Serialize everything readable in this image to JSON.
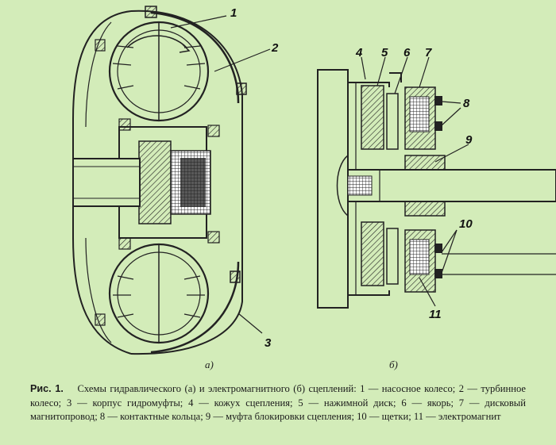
{
  "figure": {
    "labels_a": [
      "1",
      "2",
      "3"
    ],
    "labels_b": [
      "4",
      "5",
      "6",
      "7",
      "8",
      "9",
      "10",
      "11"
    ],
    "sub_a": "а)",
    "sub_b": "б)"
  },
  "caption": {
    "label": "Рис. 1.",
    "text": "Схемы гидравлического (а) и электромагнитного (б) сцеплений: 1 — насосное колесо; 2 — турбинное колесо; 3 — корпус гидромуфты; 4 — кожух сцепления; 5 — нажимной диск; 6 — якорь; 7 — дисковый магнитопровод; 8 — контактные кольца; 9 — муфта блокировки сцепления; 10 — щетки; 11 — электромагнит"
  }
}
